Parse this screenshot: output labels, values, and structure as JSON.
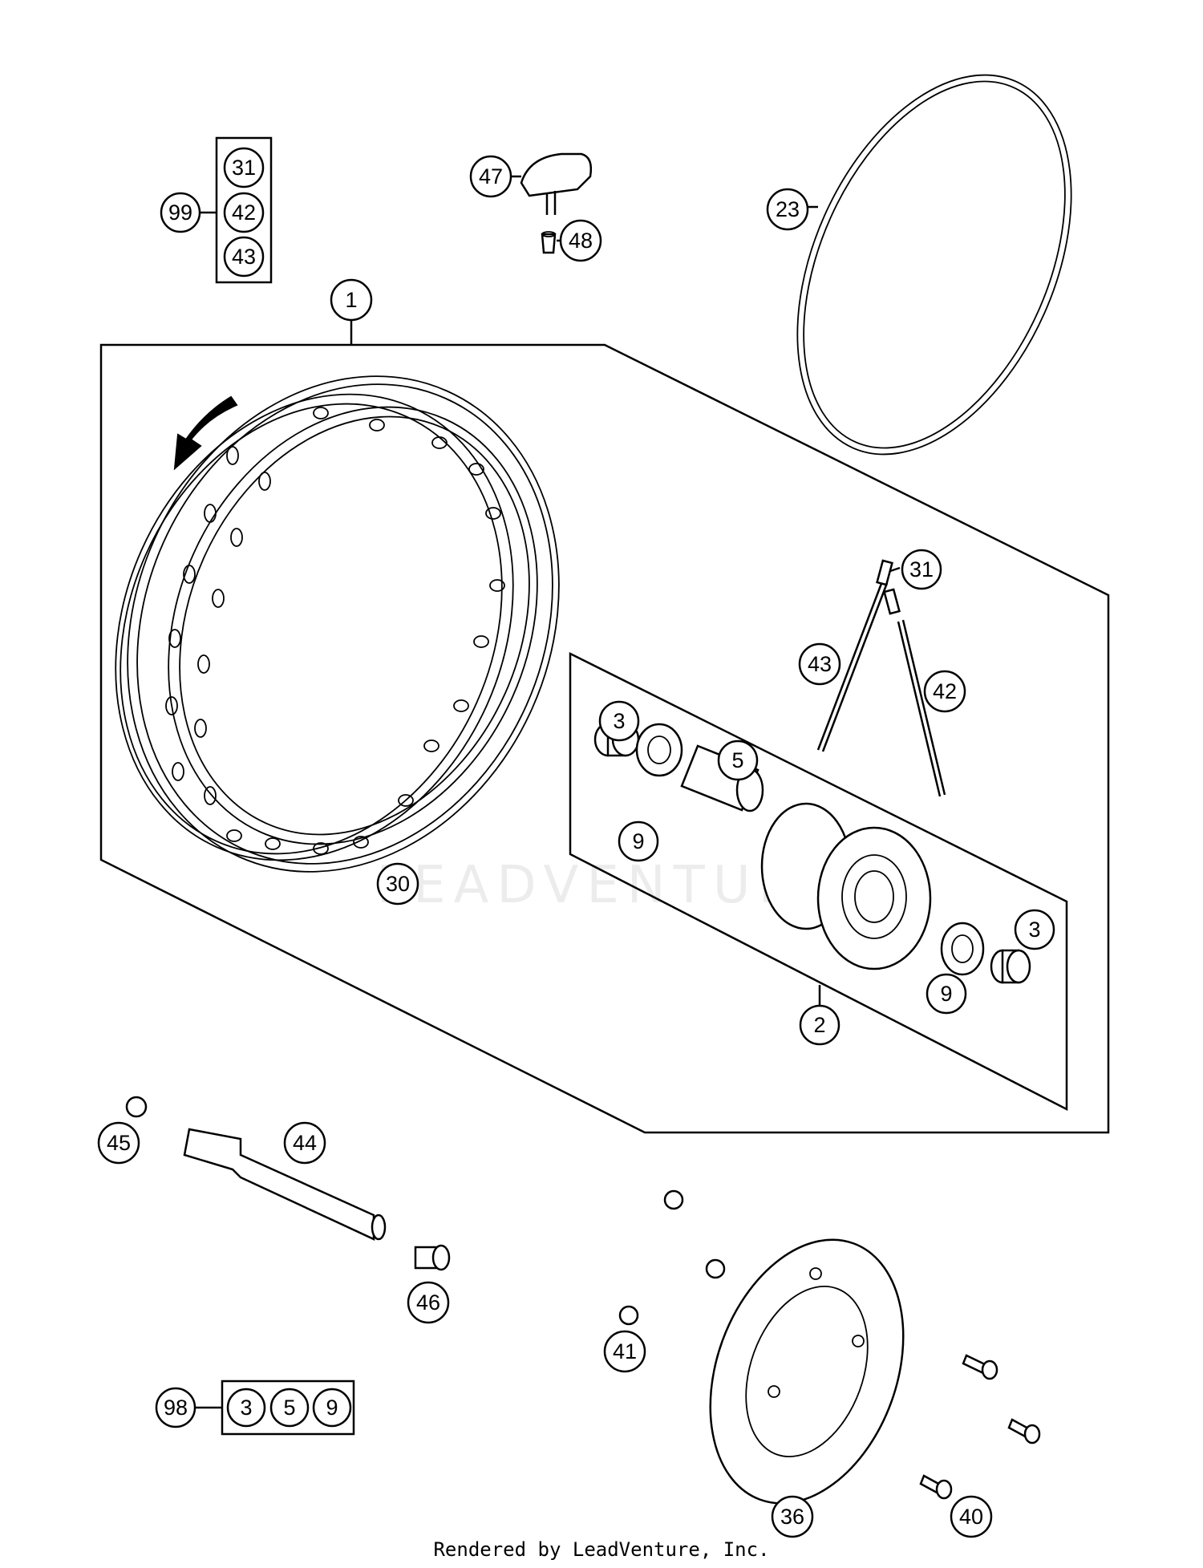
{
  "diagram": {
    "callouts": [
      {
        "id": "c1",
        "label": "1"
      },
      {
        "id": "c2",
        "label": "2"
      },
      {
        "id": "c3a",
        "label": "3"
      },
      {
        "id": "c3b",
        "label": "3"
      },
      {
        "id": "c5",
        "label": "5"
      },
      {
        "id": "c9a",
        "label": "9"
      },
      {
        "id": "c9b",
        "label": "9"
      },
      {
        "id": "c23",
        "label": "23"
      },
      {
        "id": "c30",
        "label": "30"
      },
      {
        "id": "c31",
        "label": "31"
      },
      {
        "id": "c36",
        "label": "36"
      },
      {
        "id": "c40",
        "label": "40"
      },
      {
        "id": "c41",
        "label": "41"
      },
      {
        "id": "c42",
        "label": "42"
      },
      {
        "id": "c43",
        "label": "43"
      },
      {
        "id": "c44",
        "label": "44"
      },
      {
        "id": "c45",
        "label": "45"
      },
      {
        "id": "c46",
        "label": "46"
      },
      {
        "id": "c47",
        "label": "47"
      },
      {
        "id": "c48",
        "label": "48"
      },
      {
        "id": "c99",
        "label": "99"
      },
      {
        "id": "c98",
        "label": "98"
      }
    ],
    "kit_99": {
      "label": "99",
      "items": [
        "31",
        "42",
        "43"
      ]
    },
    "kit_98": {
      "label": "98",
      "items": [
        "3",
        "5",
        "9"
      ]
    },
    "watermark": "LEADVENTURE",
    "footer": "Rendered by LeadVenture, Inc."
  }
}
